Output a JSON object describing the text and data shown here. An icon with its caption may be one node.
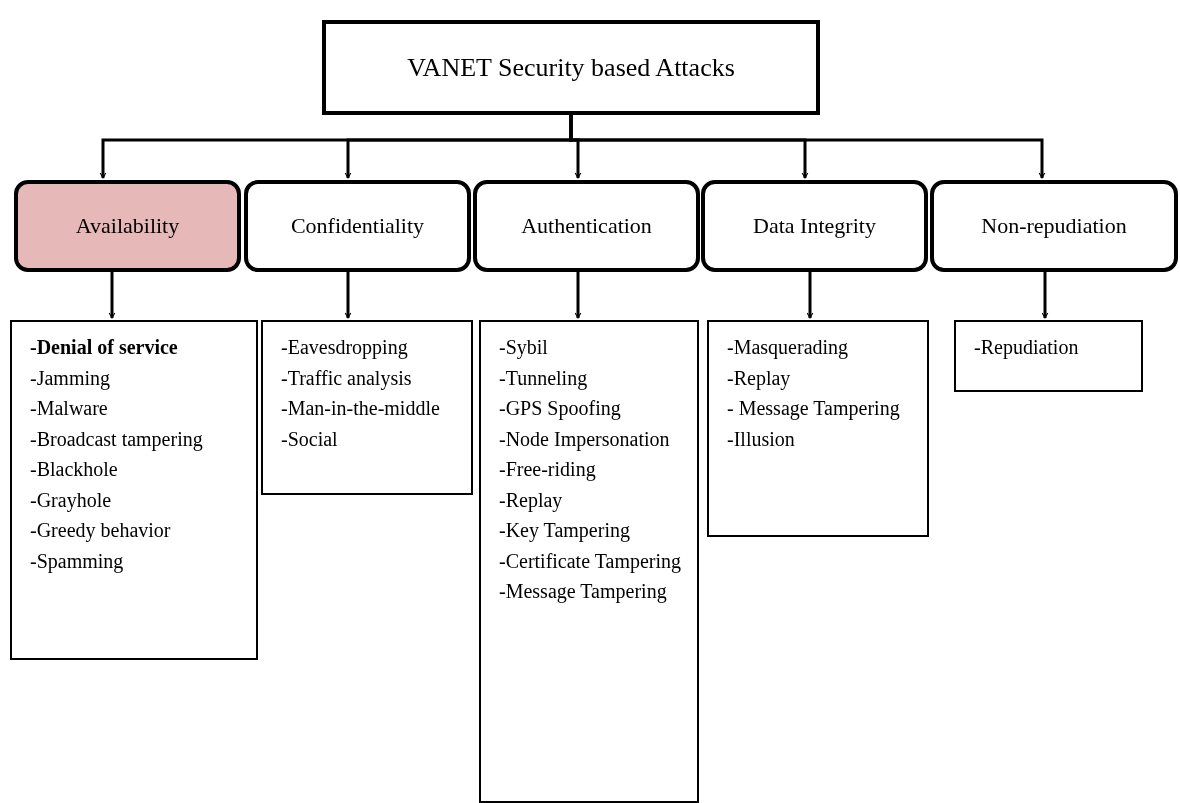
{
  "diagram": {
    "nodes": [
      {
        "text": [
          "VANET Security based Attacks"
        ]
      },
      {
        "text": [
          "Availability"
        ]
      },
      {
        "text": [
          "Confidentiality"
        ]
      },
      {
        "text": [
          "Authentication"
        ]
      },
      {
        "text": [
          "Data Integrity"
        ]
      },
      {
        "text": [
          "Non-repudiation"
        ]
      },
      {
        "text": [
          "**-Denial of service**",
          "-Jamming",
          "-Malware",
          "-Broadcast tampering",
          "-Blackhole",
          "-Grayhole",
          "-Greedy behavior",
          "-Spamming"
        ]
      },
      {
        "text": [
          "-Eavesdropping",
          "-Traffic analysis",
          "-Man-in-the-middle",
          "-Social"
        ]
      },
      {
        "text": [
          "-Sybil",
          "-Tunneling",
          "-GPS Spoofing",
          "-Node Impersonation",
          "-Free-riding",
          "-Replay",
          "-Key Tampering",
          "-Certificate Tampering",
          "-Message Tampering"
        ]
      },
      {
        "text": [
          "-Masquerading",
          "-Replay",
          "- Message Tampering",
          "-Illusion"
        ]
      },
      {
        "text": [
          "-Repudiation"
        ]
      }
    ],
    "edges": [
      {
        "from": 0,
        "to": 1,
        "arrow": "to"
      },
      {
        "from": 0,
        "to": 2,
        "arrow": "to"
      },
      {
        "from": 0,
        "to": 3,
        "arrow": "to"
      },
      {
        "from": 0,
        "to": 4,
        "arrow": "to"
      },
      {
        "from": 0,
        "to": 5,
        "arrow": "to"
      },
      {
        "from": 1,
        "to": 6,
        "arrow": "to"
      },
      {
        "from": 2,
        "to": 7,
        "arrow": "to"
      },
      {
        "from": 3,
        "to": 8,
        "arrow": "to"
      },
      {
        "from": 4,
        "to": 9,
        "arrow": "to"
      },
      {
        "from": 5,
        "to": 10,
        "arrow": "to"
      }
    ]
  }
}
